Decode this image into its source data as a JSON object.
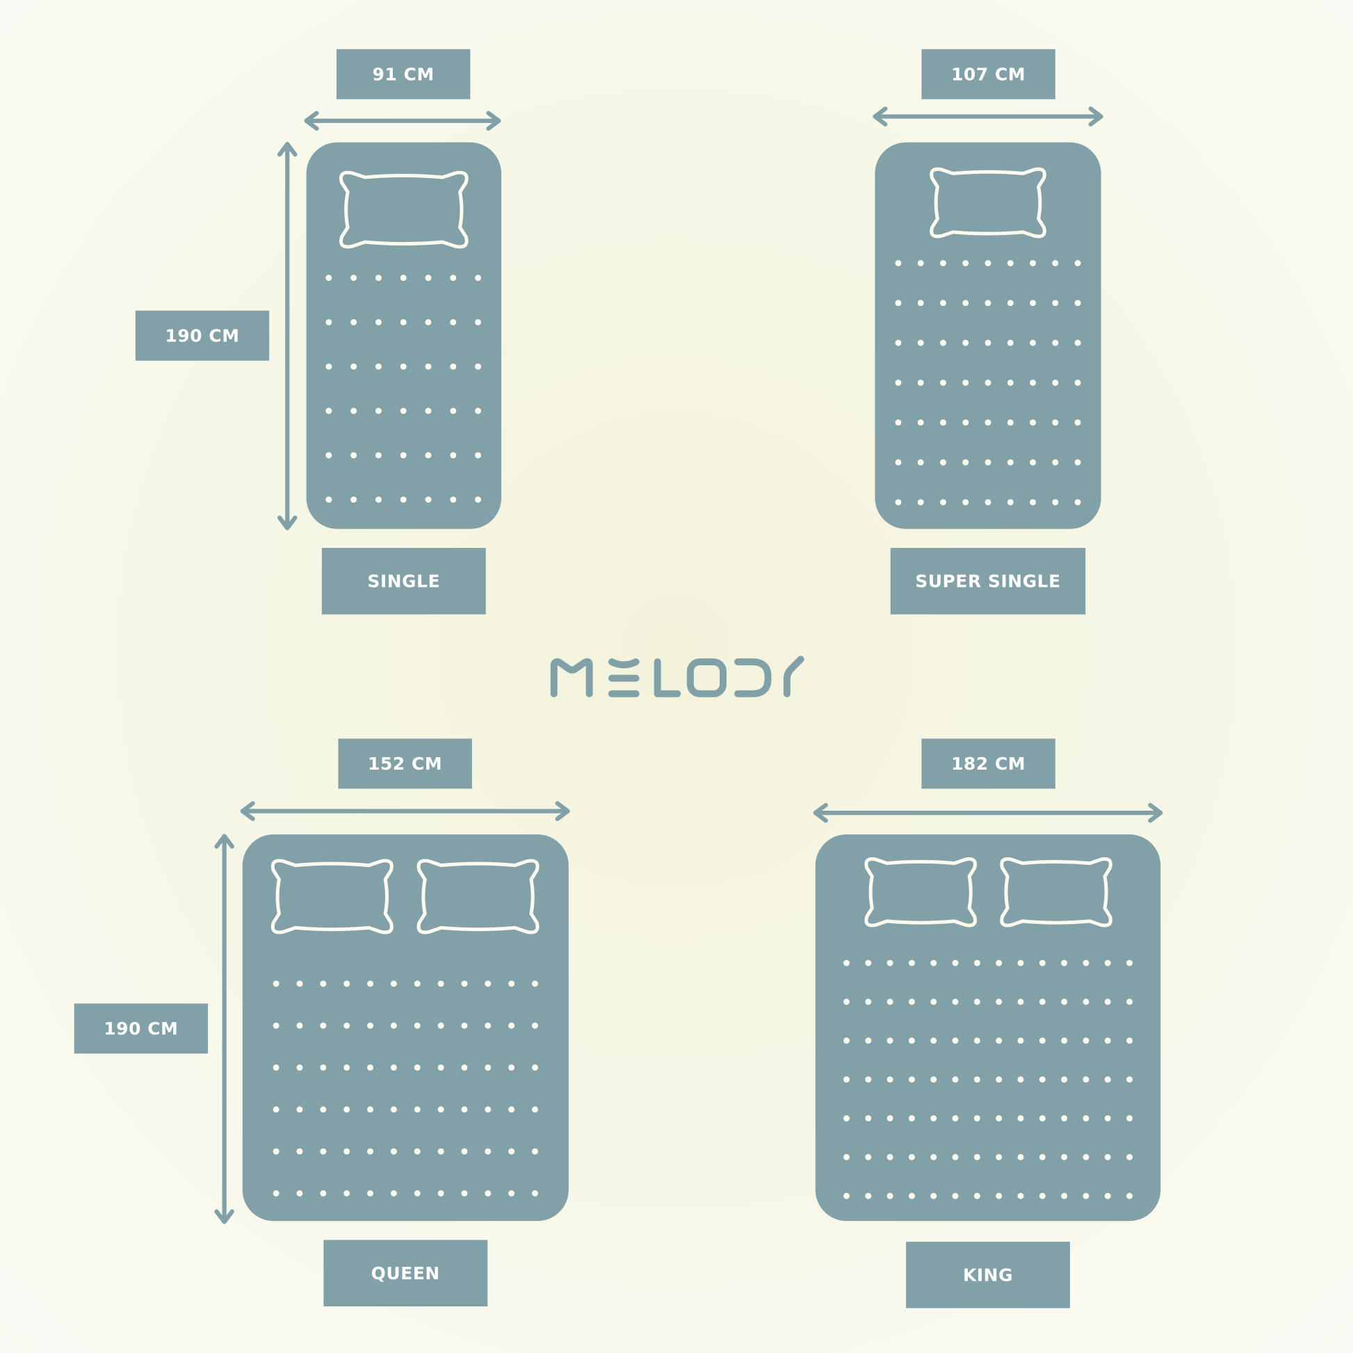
{
  "brand": {
    "logo_text": "MELODY"
  },
  "colors": {
    "slate": "#82a0a7",
    "cream": "#fbfaee",
    "background": "#f4f4df"
  },
  "beds": [
    {
      "name": "SINGLE",
      "width_label": "91 CM",
      "length_label": "190 CM",
      "pillows": 1
    },
    {
      "name": "SUPER SINGLE",
      "width_label": "107 CM",
      "pillows": 1
    },
    {
      "name": "QUEEN",
      "width_label": "152 CM",
      "length_label": "190 CM",
      "pillows": 2
    },
    {
      "name": "KING",
      "width_label": "182 CM",
      "pillows": 2
    }
  ]
}
